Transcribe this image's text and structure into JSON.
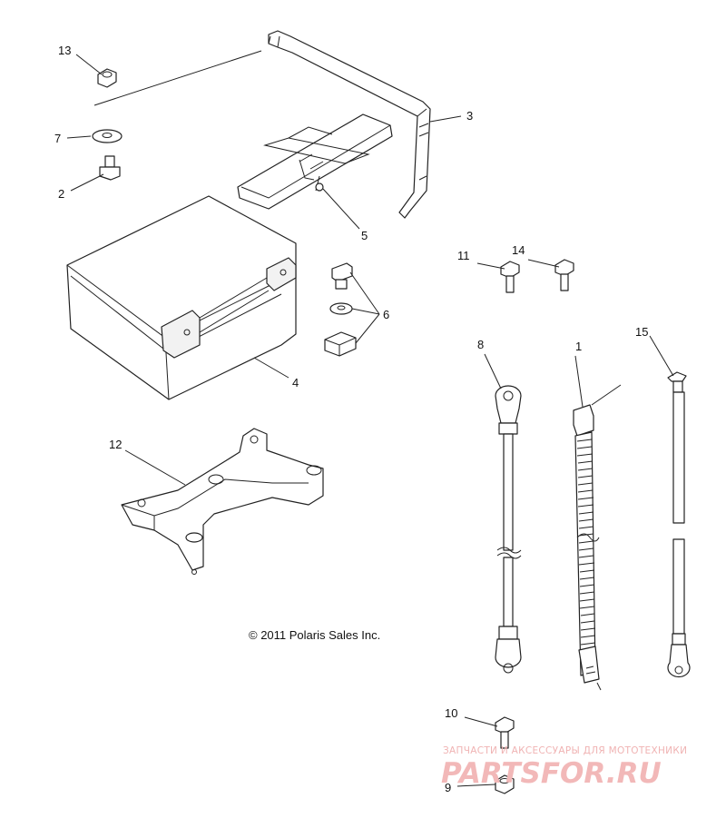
{
  "callouts": [
    {
      "id": "1",
      "label": "1"
    },
    {
      "id": "2",
      "label": "2"
    },
    {
      "id": "3",
      "label": "3"
    },
    {
      "id": "4",
      "label": "4"
    },
    {
      "id": "5",
      "label": "5"
    },
    {
      "id": "6",
      "label": "6"
    },
    {
      "id": "7",
      "label": "7"
    },
    {
      "id": "8",
      "label": "8"
    },
    {
      "id": "9",
      "label": "9"
    },
    {
      "id": "10",
      "label": "10"
    },
    {
      "id": "11",
      "label": "11"
    },
    {
      "id": "12",
      "label": "12"
    },
    {
      "id": "13",
      "label": "13"
    },
    {
      "id": "14",
      "label": "14"
    },
    {
      "id": "15",
      "label": "15"
    }
  ],
  "copyright": "© 2011 Polaris Sales Inc.",
  "watermark": {
    "tagline": "ЗАПЧАСТИ И АКСЕССУАРЫ ДЛЯ МОТОТЕХНИКИ",
    "logo": "PARTSFOR.RU"
  },
  "colors": {
    "line": "#222222",
    "background": "#ffffff",
    "watermark": "#f0b3b3"
  }
}
